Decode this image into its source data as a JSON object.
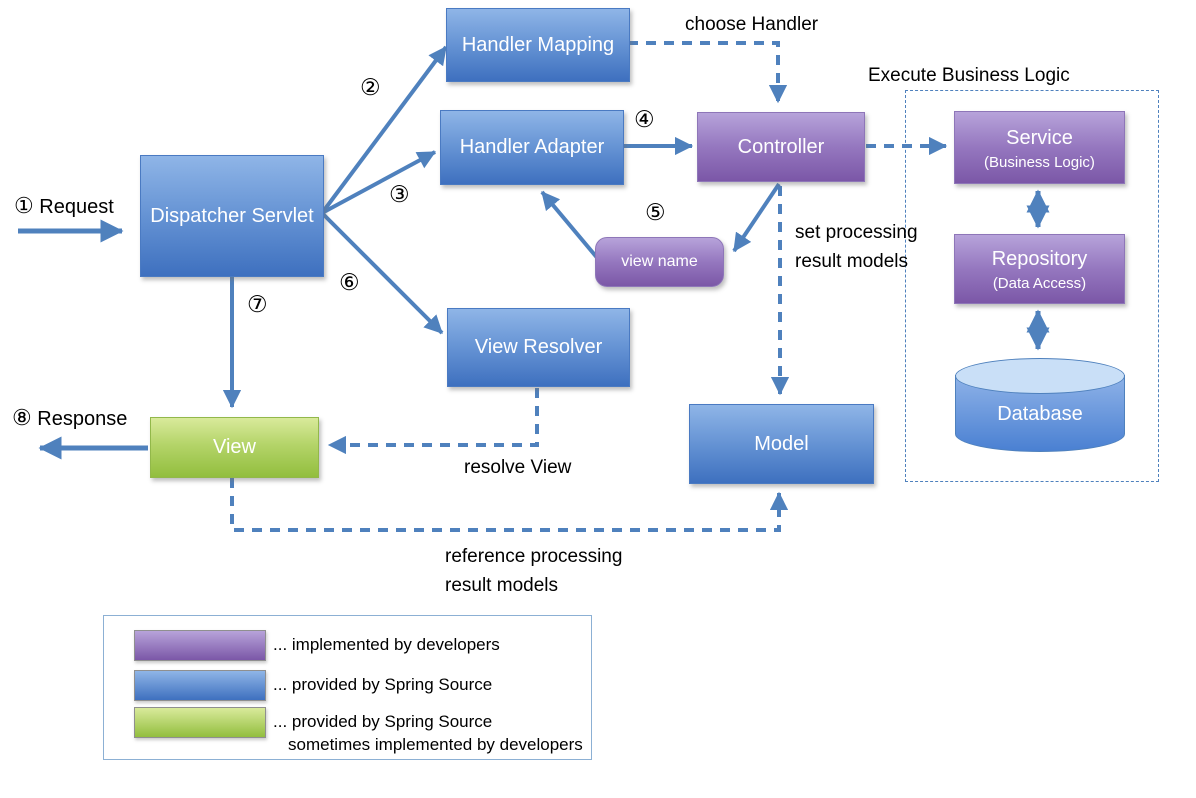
{
  "colors": {
    "arrow": "#4f81bd",
    "blue_top": "#8fb5e7",
    "blue_mid": "#6593d4",
    "blue_bottom": "#3e70bf",
    "blue_border": "#4a7ac2",
    "purple_top": "#b7a3da",
    "purple_mid": "#9577bf",
    "purple_bottom": "#7b57a7",
    "purple_border": "#8e76b8",
    "green_top": "#d9ea9b",
    "green_mid": "#b4d469",
    "green_bottom": "#92be3e",
    "green_border": "#92b84a",
    "db_ellipse": "#c9dff7",
    "db_body_top": "#8fb3e8",
    "db_body_bottom": "#4a80d2",
    "legend_border": "#8cb0d4"
  },
  "nodes": {
    "dispatcher_servlet": {
      "label": "Dispatcher Servlet"
    },
    "handler_mapping": {
      "label": "Handler Mapping"
    },
    "handler_adapter": {
      "label": "Handler Adapter"
    },
    "controller": {
      "label": "Controller"
    },
    "view_name": {
      "label": "view name"
    },
    "view_resolver": {
      "label": "View Resolver"
    },
    "view": {
      "label": "View"
    },
    "model": {
      "label": "Model"
    },
    "service": {
      "label": "Service",
      "sublabel": "(Business Logic)"
    },
    "repository": {
      "label": "Repository",
      "sublabel": "(Data Access)"
    },
    "database": {
      "label": "Database"
    }
  },
  "steps": {
    "n1": "①",
    "n2": "②",
    "n3": "③",
    "n4": "④",
    "n5": "⑤",
    "n6": "⑥",
    "n7": "⑦",
    "n8": "⑧"
  },
  "labels": {
    "request": "Request",
    "response": "Response",
    "choose_handler": "choose Handler",
    "execute_business_logic": "Execute Business Logic",
    "set_processing_line1": "set processing",
    "set_processing_line2": "result models",
    "resolve_view": "resolve View",
    "reference_line1": "reference processing",
    "reference_line2": "result models"
  },
  "legend": {
    "items": [
      {
        "swatch": "purple",
        "lines": [
          "... implemented by developers"
        ]
      },
      {
        "swatch": "blue",
        "lines": [
          "... provided by Spring Source"
        ]
      },
      {
        "swatch": "green",
        "lines": [
          "... provided by Spring Source",
          "sometimes implemented by developers"
        ]
      }
    ]
  }
}
